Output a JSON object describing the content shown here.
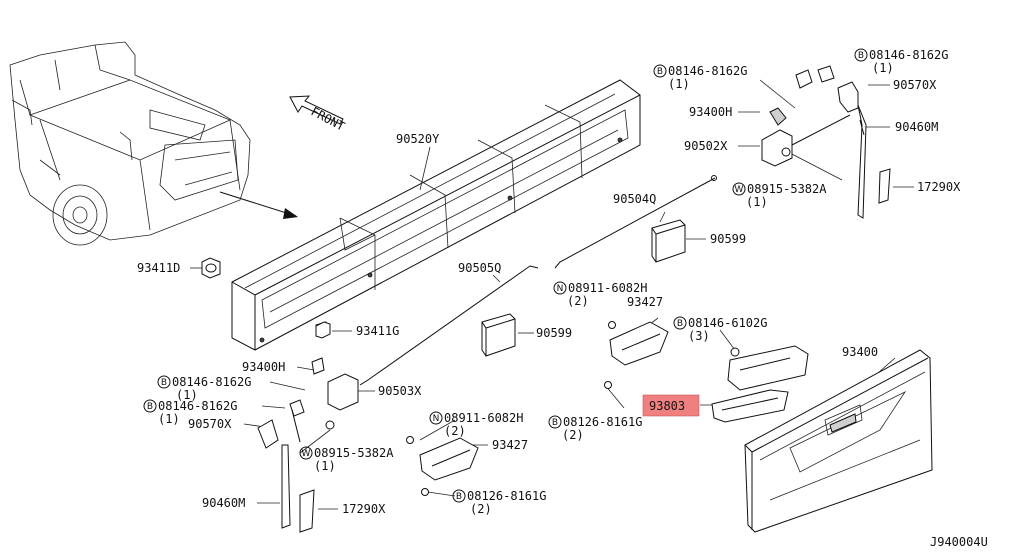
{
  "diagram": {
    "front_label": "FRONT",
    "code": "J940004U",
    "highlight_color": "#f08080",
    "highlight_part": "93803",
    "parts": {
      "p90520Y": "90520Y",
      "p93411D": "93411D",
      "p93411G": "93411G",
      "p90504Q": "90504Q",
      "p90599a": "90599",
      "p90505Q": "90505Q",
      "p90599b": "90599",
      "p93400H_top": "93400H",
      "p90502X": "90502X",
      "p90570X_top": "90570X",
      "p90460M_top": "90460M",
      "p17290X_top": "17290X",
      "p93427_top": "93427",
      "p93400": "93400",
      "p93803": "93803",
      "p93400H_left": "93400H",
      "p90503X": "90503X",
      "p90570X_left": "90570X",
      "p93427_low": "93427",
      "p90460M_low": "90460M",
      "p17290X_low": "17290X"
    },
    "fasteners": {
      "f1": {
        "prefix": "B",
        "code": "08146-8162G",
        "qty": "(1)"
      },
      "f2": {
        "prefix": "B",
        "code": "08146-8162G",
        "qty": "(1)"
      },
      "f3": {
        "prefix": "W",
        "code": "08915-5382A",
        "qty": "(1)"
      },
      "f4": {
        "prefix": "N",
        "code": "08911-6082H",
        "qty": "(2)"
      },
      "f5": {
        "prefix": "B",
        "code": "08146-6102G",
        "qty": "(3)"
      },
      "f6": {
        "prefix": "B",
        "code": "08126-8161G",
        "qty": "(2)"
      },
      "f7": {
        "prefix": "B",
        "code": "08146-8162G",
        "qty": "(1)"
      },
      "f8": {
        "prefix": "B",
        "code": "08146-8162G",
        "qty": "(1)"
      },
      "f9": {
        "prefix": "W",
        "code": "08915-5382A",
        "qty": "(1)"
      },
      "f10": {
        "prefix": "N",
        "code": "08911-6082H",
        "qty": "(2)"
      },
      "f11": {
        "prefix": "B",
        "code": "08126-8161G",
        "qty": "(2)"
      }
    }
  }
}
